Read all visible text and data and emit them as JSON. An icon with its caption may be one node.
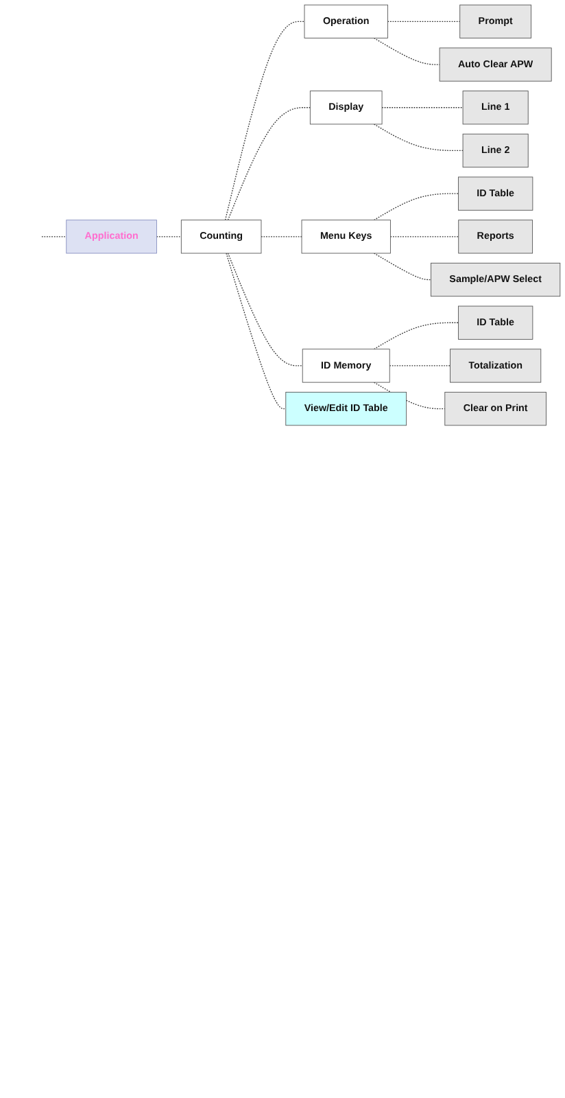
{
  "diagram": {
    "nodes": [
      {
        "text": [
          "Application"
        ]
      },
      {
        "text": [
          "Counting"
        ]
      },
      {
        "text": [
          "Operation"
        ]
      },
      {
        "text": [
          "Prompt"
        ]
      },
      {
        "text": [
          "Auto Clear APW"
        ]
      },
      {
        "text": [
          "Display"
        ]
      },
      {
        "text": [
          "Line 1"
        ]
      },
      {
        "text": [
          "Line 2"
        ]
      },
      {
        "text": [
          "Menu Keys"
        ]
      },
      {
        "text": [
          "ID Table"
        ]
      },
      {
        "text": [
          "Reports"
        ]
      },
      {
        "text": [
          "Sample/APW Select"
        ]
      },
      {
        "text": [
          "ID Memory"
        ]
      },
      {
        "text": [
          "ID Table"
        ]
      },
      {
        "text": [
          "Totalization"
        ]
      },
      {
        "text": [
          "Clear on Print"
        ]
      },
      {
        "text": [
          "View/Edit ID Table"
        ]
      }
    ],
    "edges": [
      {
        "from": null,
        "to": 0,
        "arrow": "none",
        "style": "dashed"
      },
      {
        "from": 0,
        "to": 1,
        "arrow": "none",
        "style": "dashed"
      },
      {
        "from": 1,
        "to": 2,
        "arrow": "none",
        "style": "dashed"
      },
      {
        "from": 2,
        "to": 3,
        "arrow": "none",
        "style": "dashed"
      },
      {
        "from": 2,
        "to": 4,
        "arrow": "none",
        "style": "dashed"
      },
      {
        "from": 1,
        "to": 5,
        "arrow": "none",
        "style": "dashed"
      },
      {
        "from": 5,
        "to": 6,
        "arrow": "none",
        "style": "dashed"
      },
      {
        "from": 5,
        "to": 7,
        "arrow": "none",
        "style": "dashed"
      },
      {
        "from": 1,
        "to": 8,
        "arrow": "none",
        "style": "dashed"
      },
      {
        "from": 8,
        "to": 9,
        "arrow": "none",
        "style": "dashed"
      },
      {
        "from": 8,
        "to": 10,
        "arrow": "none",
        "style": "dashed"
      },
      {
        "from": 8,
        "to": 11,
        "arrow": "none",
        "style": "dashed"
      },
      {
        "from": 1,
        "to": 12,
        "arrow": "none",
        "style": "dashed"
      },
      {
        "from": 12,
        "to": 13,
        "arrow": "none",
        "style": "dashed"
      },
      {
        "from": 12,
        "to": 14,
        "arrow": "none",
        "style": "dashed"
      },
      {
        "from": 12,
        "to": 15,
        "arrow": "none",
        "style": "dashed"
      },
      {
        "from": 1,
        "to": 16,
        "arrow": "none",
        "style": "dashed"
      }
    ]
  }
}
